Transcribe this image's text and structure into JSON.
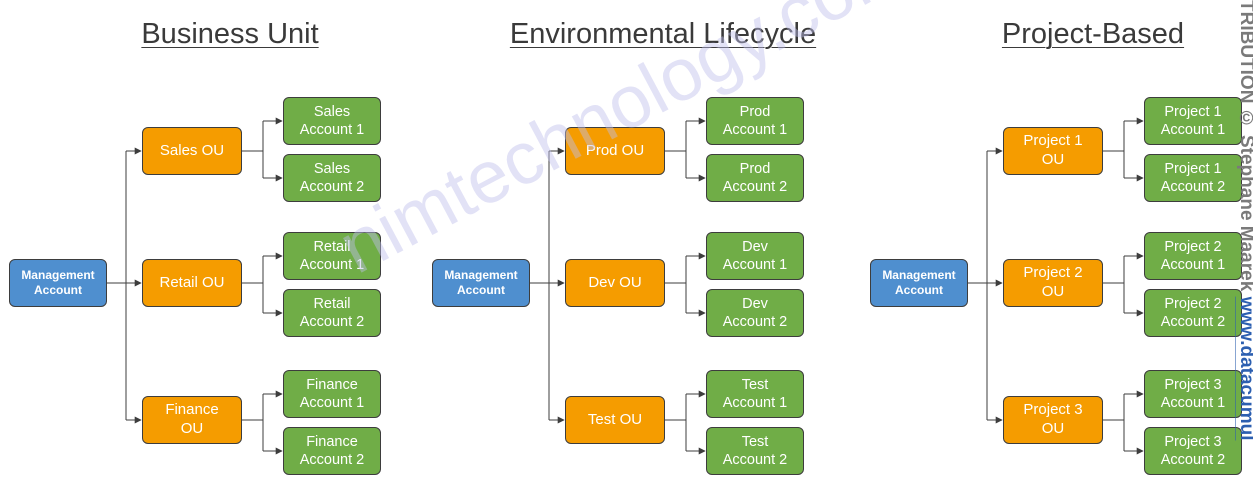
{
  "titles": [
    "Business Unit",
    "Environmental Lifecycle",
    "Project-Based"
  ],
  "mgmt_label": "Management\nAccount",
  "diagrams": [
    {
      "ous": [
        {
          "label": "Sales OU",
          "accounts": [
            "Sales\nAccount 1",
            "Sales\nAccount 2"
          ]
        },
        {
          "label": "Retail OU",
          "accounts": [
            "Retail\nAccount 1",
            "Retail\nAccount 2"
          ]
        },
        {
          "label": "Finance\nOU",
          "accounts": [
            "Finance\nAccount 1",
            "Finance\nAccount 2"
          ]
        }
      ]
    },
    {
      "ous": [
        {
          "label": "Prod OU",
          "accounts": [
            "Prod\nAccount 1",
            "Prod\nAccount 2"
          ]
        },
        {
          "label": "Dev OU",
          "accounts": [
            "Dev\nAccount 1",
            "Dev\nAccount 2"
          ]
        },
        {
          "label": "Test OU",
          "accounts": [
            "Test\nAccount 1",
            "Test\nAccount 2"
          ]
        }
      ]
    },
    {
      "ous": [
        {
          "label": "Project 1\nOU",
          "accounts": [
            "Project 1\nAccount 1",
            "Project 1\nAccount 2"
          ]
        },
        {
          "label": "Project 2\nOU",
          "accounts": [
            "Project 2\nAccount 1",
            "Project 2\nAccount 2"
          ]
        },
        {
          "label": "Project 3\nOU",
          "accounts": [
            "Project 3\nAccount 1",
            "Project 3\nAccount 2"
          ]
        }
      ]
    }
  ],
  "watermark": "nimtechnology.com",
  "side_text": "TRIBUTION © Stephane Maarek ",
  "side_link": "www.datacumul",
  "colors": {
    "management": "#4f8fcf",
    "ou": "#f59c00",
    "account": "#70ad47",
    "line": "#3d3d3d"
  }
}
